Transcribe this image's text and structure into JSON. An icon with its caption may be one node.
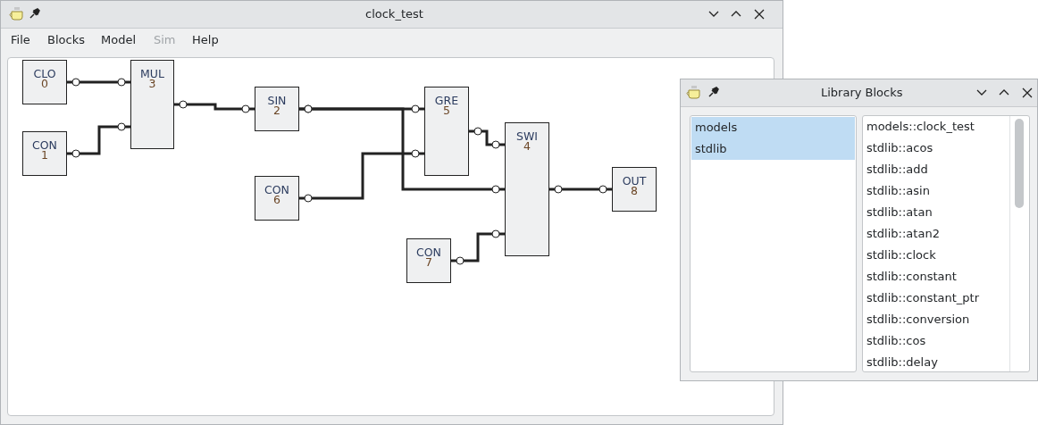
{
  "diagram": {
    "title": "clock_test",
    "nodes": [
      {
        "text": [
          "CLO",
          "0"
        ]
      },
      {
        "text": [
          "CON",
          "1"
        ]
      },
      {
        "text": [
          "MUL",
          "3"
        ]
      },
      {
        "text": [
          "SIN",
          "2"
        ]
      },
      {
        "text": [
          "CON",
          "6"
        ]
      },
      {
        "text": [
          "GRE",
          "5"
        ]
      },
      {
        "text": [
          "SWI",
          "4"
        ]
      },
      {
        "text": [
          "CON",
          "7"
        ]
      },
      {
        "text": [
          "OUT",
          "8"
        ]
      }
    ],
    "edges": [
      {
        "from": 0,
        "to": 2,
        "arrow": "other"
      },
      {
        "from": 1,
        "to": 2,
        "arrow": "other"
      },
      {
        "from": 2,
        "to": 3,
        "arrow": "other"
      },
      {
        "from": 3,
        "to": 5,
        "arrow": "other"
      },
      {
        "from": 3,
        "to": 6,
        "arrow": "other"
      },
      {
        "from": 4,
        "to": 5,
        "arrow": "other"
      },
      {
        "from": 5,
        "to": 6,
        "arrow": "other"
      },
      {
        "from": 7,
        "to": 6,
        "arrow": "other"
      },
      {
        "from": 6,
        "to": 8,
        "arrow": "other"
      }
    ],
    "labels": [
      "File",
      "Blocks",
      "Model",
      "Sim",
      "Help",
      "Library Blocks",
      "models",
      "stdlib",
      "models::clock_test",
      "stdlib::acos",
      "stdlib::add",
      "stdlib::asin",
      "stdlib::atan",
      "stdlib::atan2",
      "stdlib::clock",
      "stdlib::constant",
      "stdlib::constant_ptr",
      "stdlib::conversion",
      "stdlib::cos",
      "stdlib::delay"
    ]
  }
}
